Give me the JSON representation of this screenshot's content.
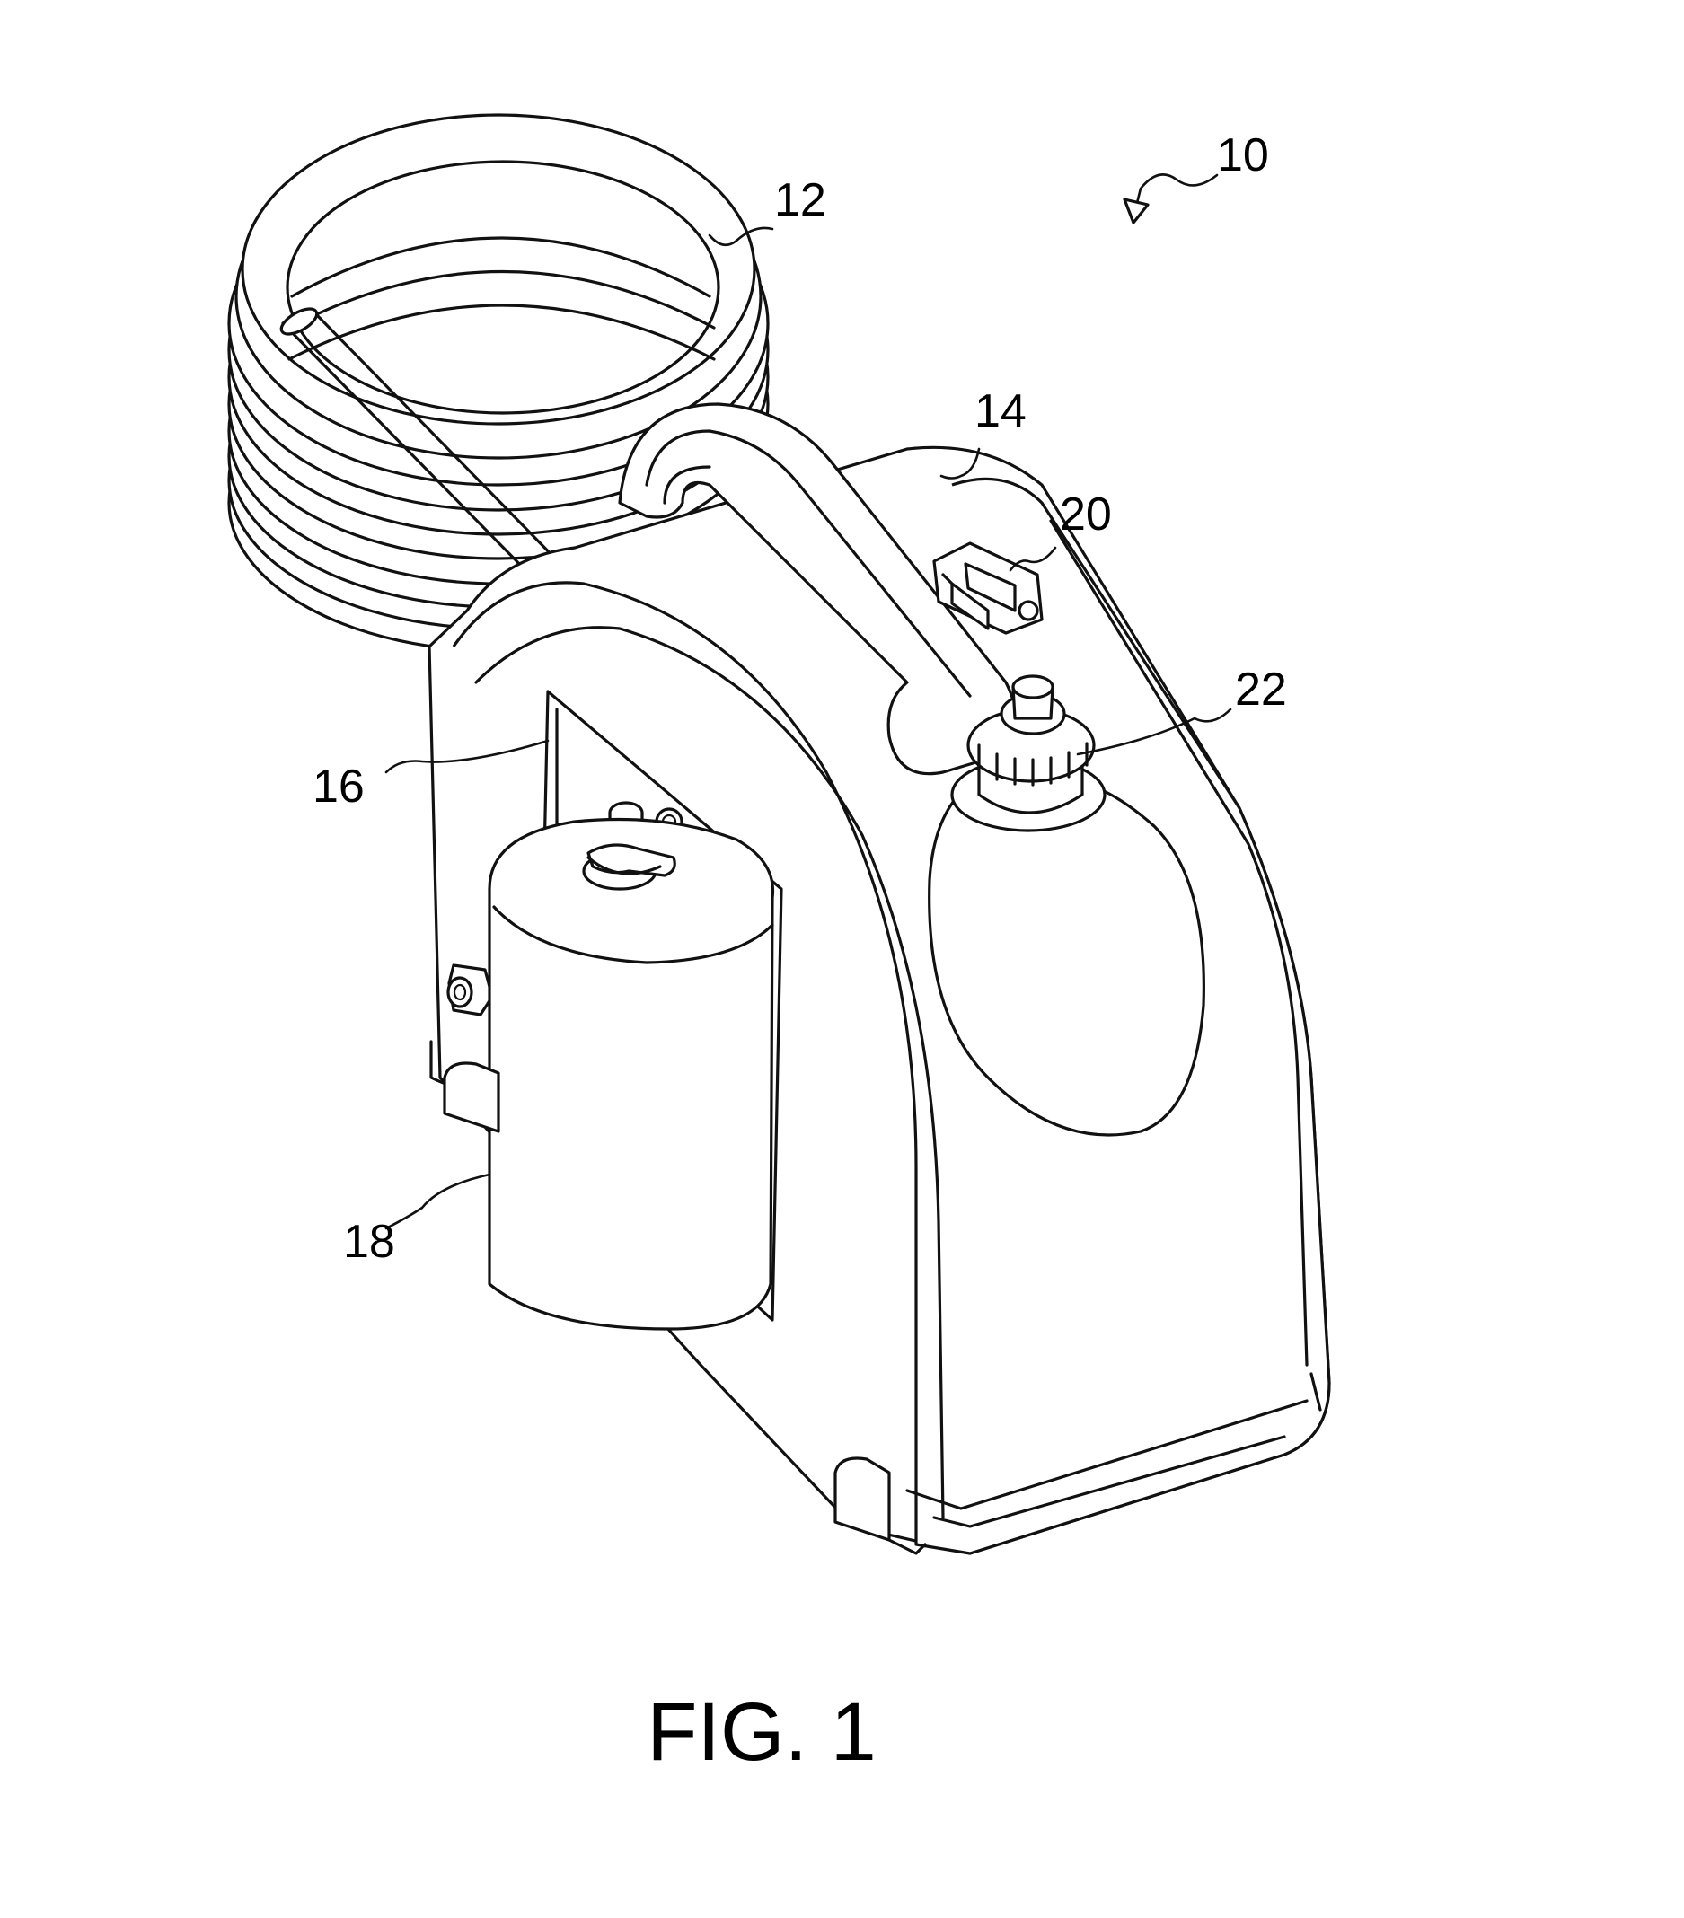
{
  "figure": {
    "caption": "FIG. 1",
    "reference_numerals": {
      "assembly": "10",
      "hose": "12",
      "handle_housing": "14",
      "front_panel": "16",
      "canister": "18",
      "switch": "20",
      "fill_cap": "22"
    }
  }
}
